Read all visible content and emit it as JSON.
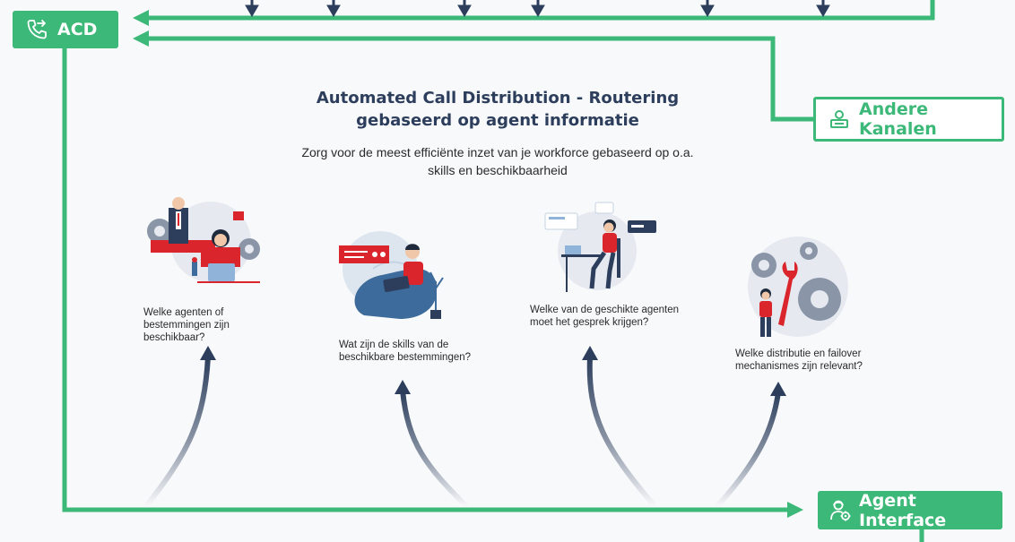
{
  "colors": {
    "accent_green": "#3cb878",
    "navy": "#2c3e5c",
    "arrow_dark": "#2c3e5c",
    "illustration_red": "#d9252b",
    "illustration_blue": "#3d6b9b",
    "background": "#f8f9fb"
  },
  "header": {
    "title_line1": "Automated Call Distribution - Routering",
    "title_line2": "gebaseerd op agent informatie",
    "subtitle_line1": "Zorg voor de meest efficiënte inzet van je workforce gebaseerd op o.a.",
    "subtitle_line2": "skills en beschikbaarheid"
  },
  "nodes": {
    "acd": {
      "label": "ACD",
      "icon": "phone-forward-icon"
    },
    "andere_kanalen": {
      "label": "Andere Kanalen",
      "icon": "contact-card-icon"
    },
    "agent_interface": {
      "label": "Agent Interface",
      "icon": "agent-settings-icon"
    }
  },
  "questions": [
    {
      "lines": [
        "Welke agenten of",
        "bestemmingen zijn",
        "beschikbaar?"
      ],
      "illustration": "business-people-at-desk-illustration"
    },
    {
      "lines": [
        "Wat zijn de skills van de",
        "beschikbare bestemmingen?"
      ],
      "illustration": "man-on-beanbag-with-laptop-illustration"
    },
    {
      "lines": [
        "Welke van de geschikte agenten",
        "moet het gesprek krijgen?"
      ],
      "illustration": "woman-at-laptop-with-chat-bubbles-illustration"
    },
    {
      "lines": [
        "Welke distributie en failover",
        "mechanismes zijn relevant?"
      ],
      "illustration": "mechanic-with-wrench-and-gears-illustration"
    }
  ]
}
